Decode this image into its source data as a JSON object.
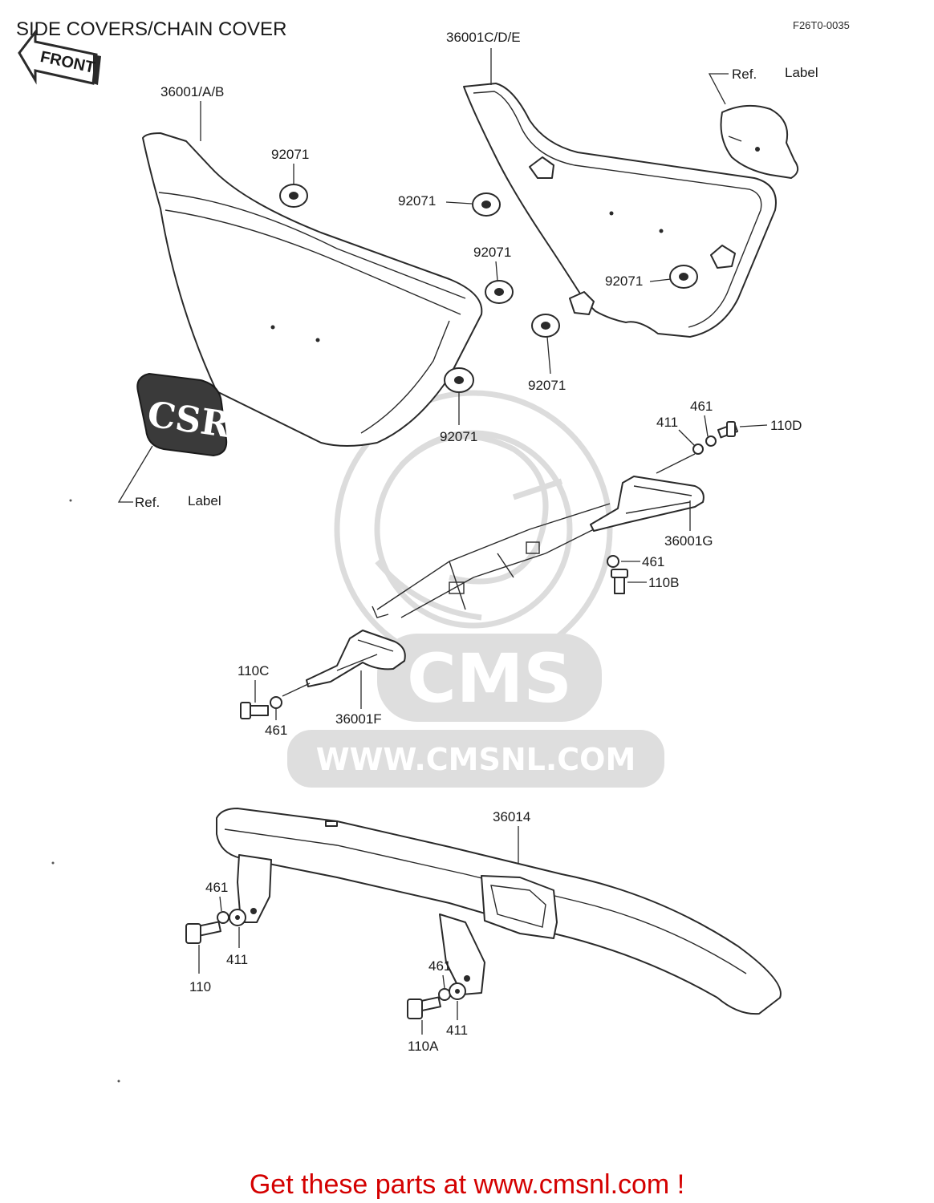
{
  "title": "SIDE COVERS/CHAIN COVER",
  "code": "F26T0-0035",
  "front_label": "FRONT",
  "emblem_text": "CSR",
  "watermark": {
    "brand": "CMS",
    "url": "WWW.CMSNL.COM"
  },
  "labels": {
    "p36001_ab": "36001/A/B",
    "p36001_cde": "36001C/D/E",
    "ref_label_top": {
      "ref": "Ref.",
      "label": "Label"
    },
    "ref_label_left": {
      "ref": "Ref.",
      "label": "Label"
    },
    "g1": "92071",
    "g2": "92071",
    "g3": "92071",
    "g4": "92071",
    "g5": "92071",
    "g6": "92071",
    "p411_top": "411",
    "p461_top": "461",
    "p110d": "110D",
    "p36001g": "36001G",
    "p461_mid": "461",
    "p110b": "110B",
    "p110c": "110C",
    "p461_left": "461",
    "p36001f": "36001F",
    "p36014": "36014",
    "p461_b1": "461",
    "p411_b1": "411",
    "p110": "110",
    "p461_b2": "461",
    "p411_b2": "411",
    "p110a": "110A"
  },
  "footer": "Get these parts at www.cmsnl.com !",
  "colors": {
    "footer": "#d40000",
    "ink": "#2a2a2a",
    "watermark": "#dedede"
  }
}
